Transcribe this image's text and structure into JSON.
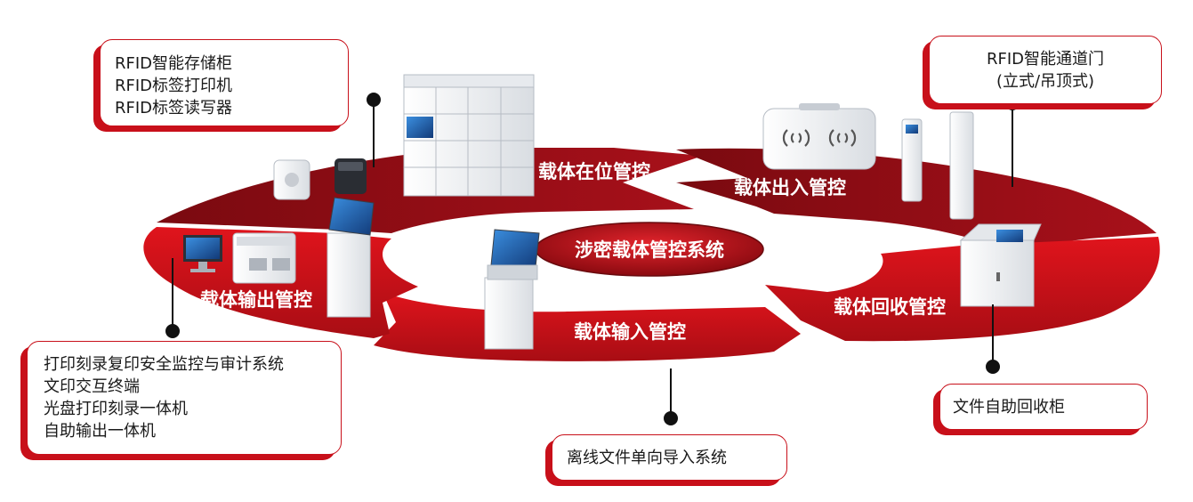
{
  "center_title": "涉密载体管控系统",
  "segments": {
    "in_place": "载体在位管控",
    "entry_exit": "载体出入管控",
    "recycle": "载体回收管控",
    "input": "载体输入管控",
    "output": "载体输出管控"
  },
  "callouts": {
    "top_left": [
      "RFID智能存储柜",
      "RFID标签打印机",
      "RFID标签读写器"
    ],
    "top_right": [
      "RFID智能通道门",
      "(立式/吊顶式)"
    ],
    "bottom_left": [
      "打印刻录复印安全监控与审计系统",
      "文印交互终端",
      "光盘打印刻录一体机",
      "自助输出一体机"
    ],
    "bottom_middle": [
      "离线文件单向导入系统"
    ],
    "bottom_right": [
      "文件自助回收柜"
    ]
  },
  "colors": {
    "ring_red": "#c8101a",
    "ring_dark": "#8a0c12",
    "callout_border": "#c8101a",
    "device_white": "#eef1f4",
    "screen_blue": "#2a78c8"
  },
  "icons": {
    "storage_cabinet": "rfid-smart-cabinet-icon",
    "label_printer": "rfid-label-printer-icon",
    "tag_reader": "rfid-tag-reader-icon",
    "gate": "rfid-gate-icon",
    "flat_reader": "rfid-panel-reader-icon",
    "recycle_cabinet": "recycle-cabinet-icon",
    "kiosk": "self-service-kiosk-icon",
    "monitor": "monitor-icon",
    "disc_printer": "disc-printer-icon"
  }
}
